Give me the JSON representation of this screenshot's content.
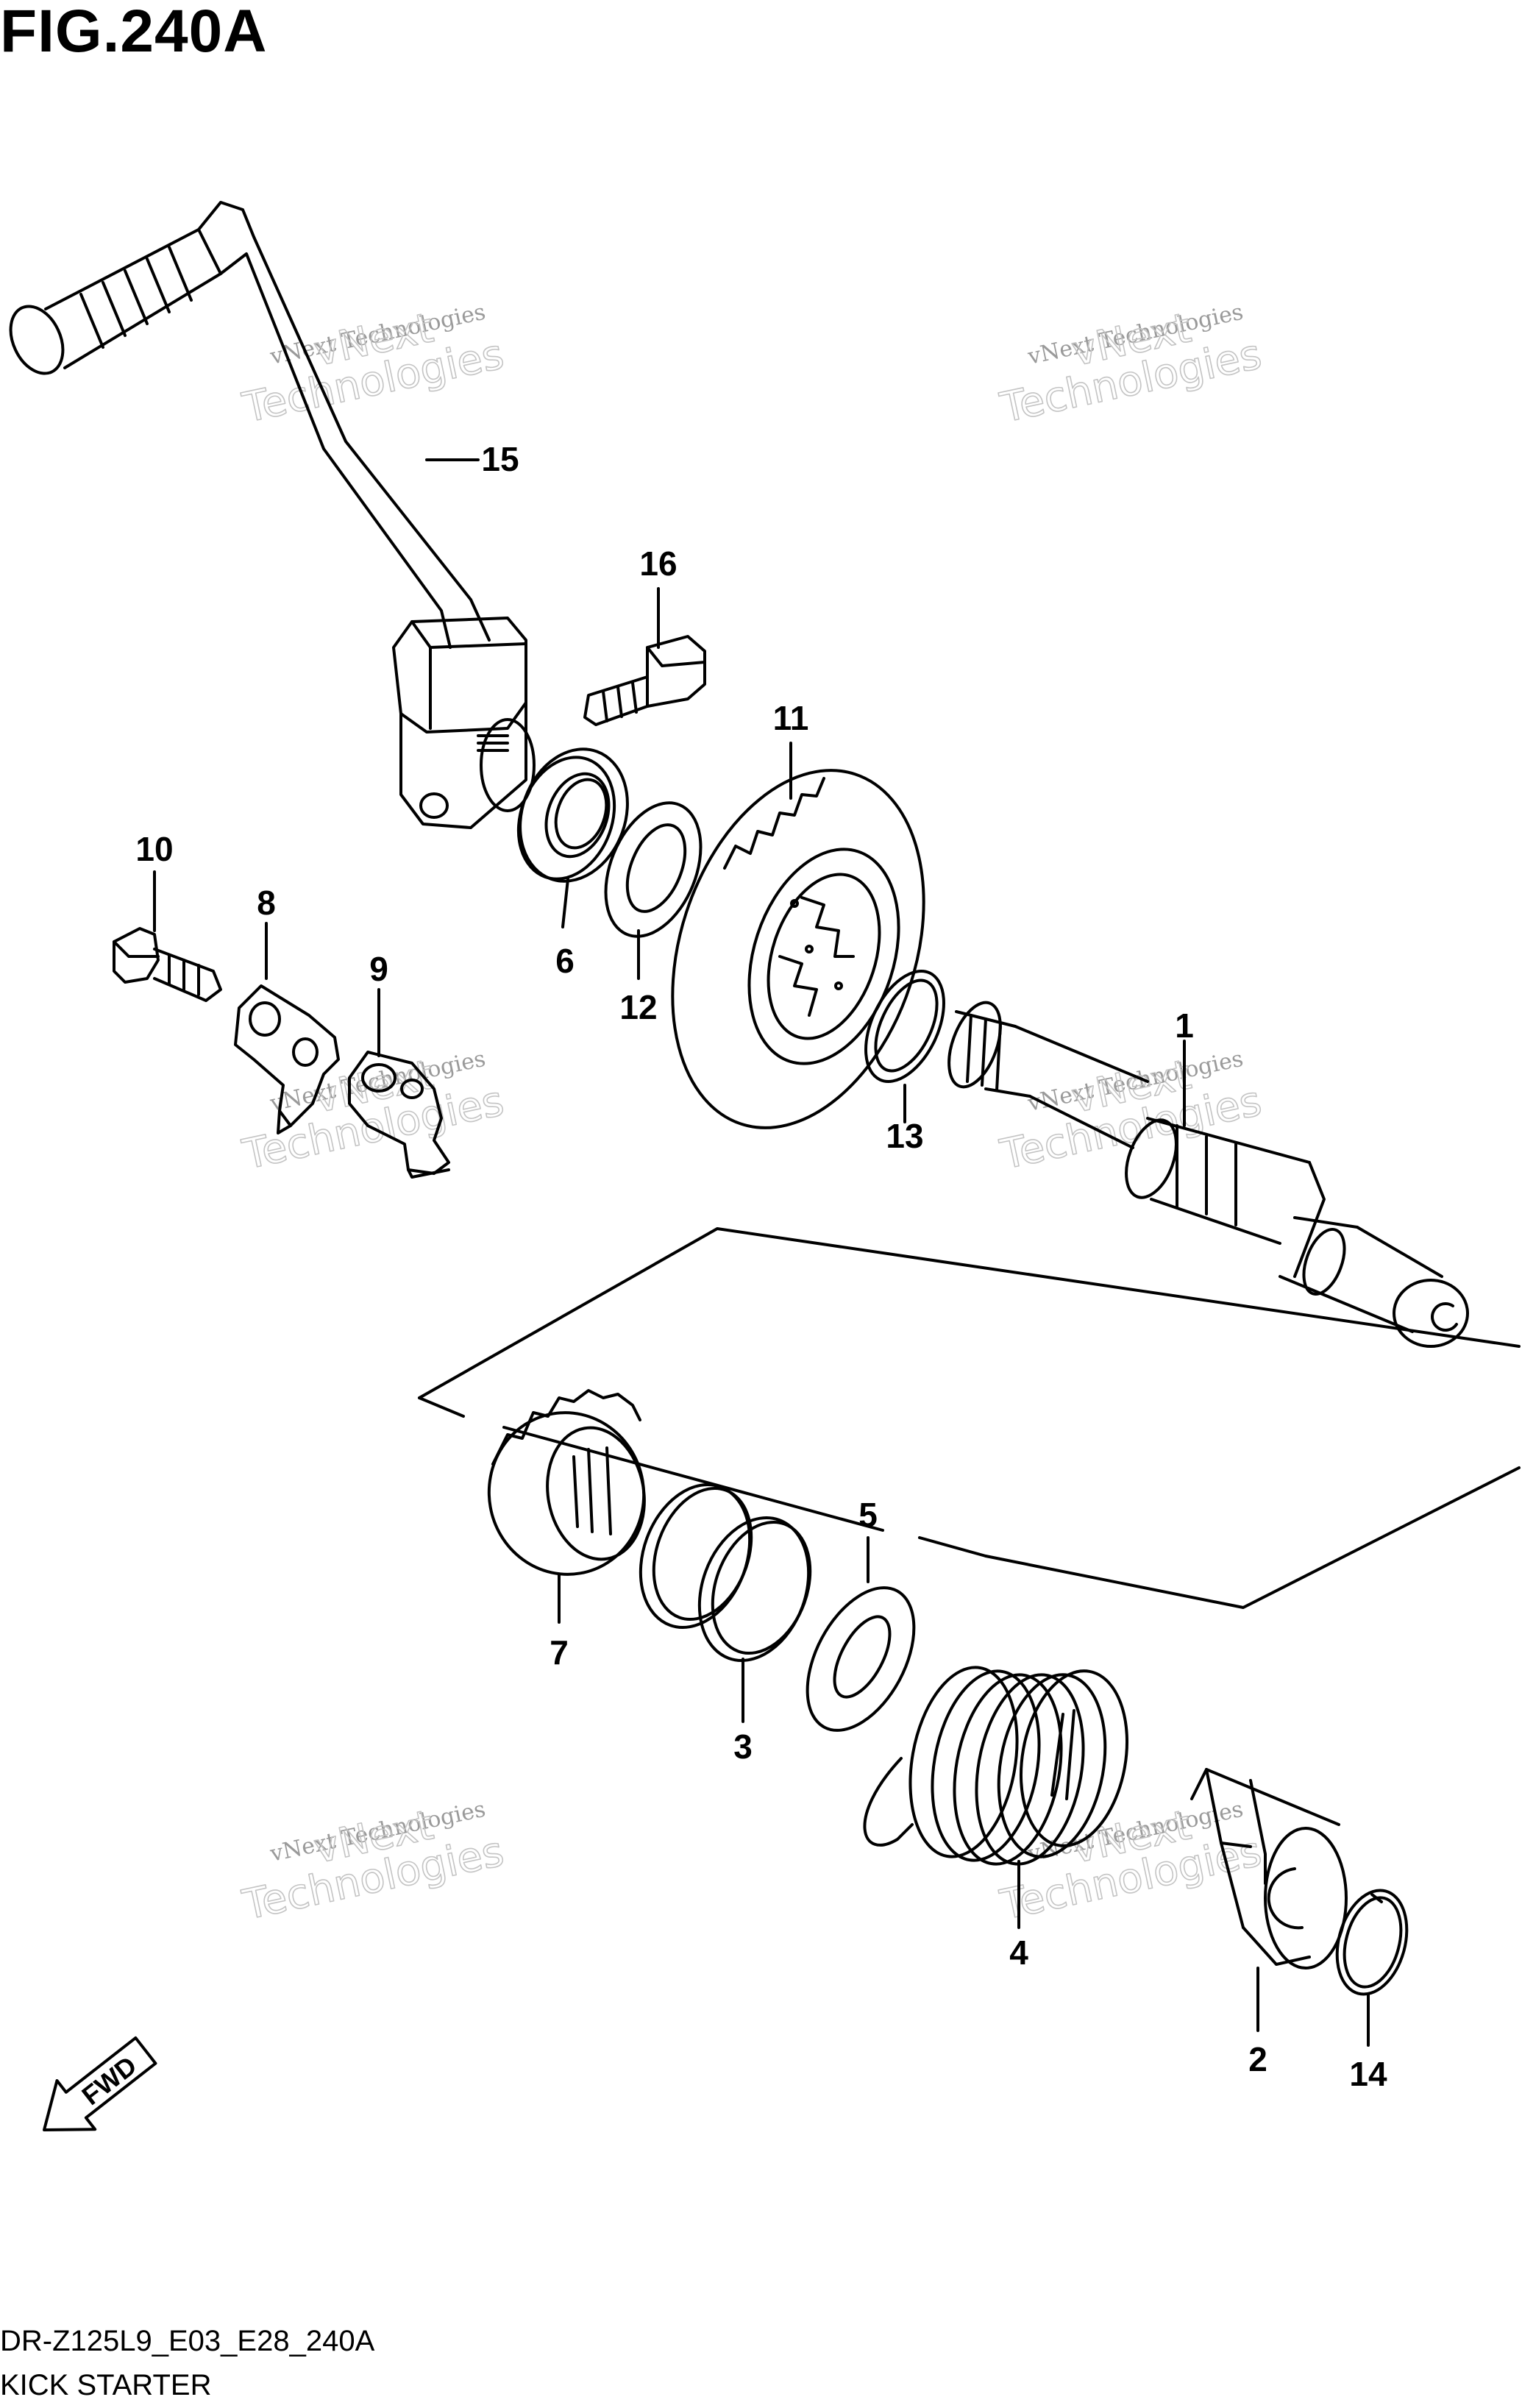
{
  "figure": {
    "title": "FIG.240A",
    "code": "DR-Z125L9_E03_E28_240A",
    "name": "KICK STARTER",
    "fwd_label": "FWD"
  },
  "watermark": {
    "line1": "vNext Technologies",
    "line2": "vNext",
    "line3": "Technologies"
  },
  "callouts": [
    "1",
    "2",
    "3",
    "4",
    "5",
    "6",
    "7",
    "8",
    "9",
    "10",
    "11",
    "12",
    "13",
    "14",
    "15",
    "16"
  ]
}
